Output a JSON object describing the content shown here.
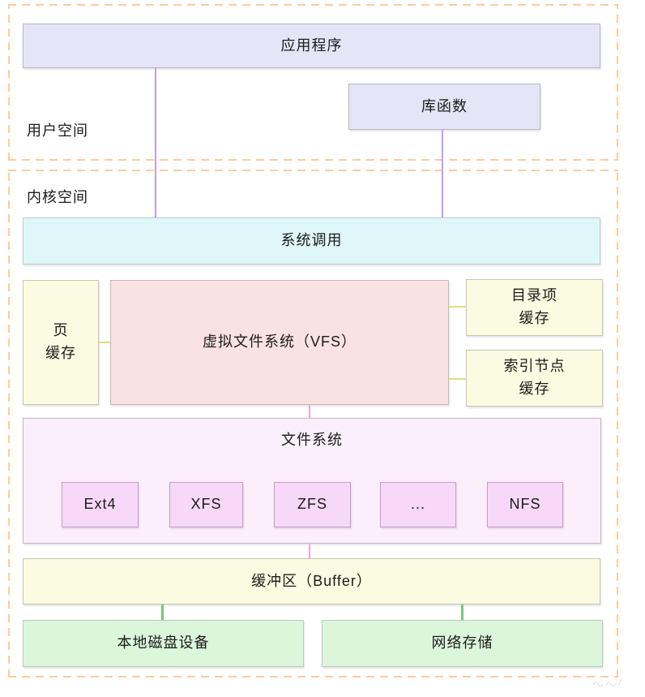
{
  "regions": {
    "user_space": {
      "label": "用户空间"
    },
    "kernel_space": {
      "label": "内核空间"
    }
  },
  "nodes": {
    "application": {
      "label": "应用程序"
    },
    "library": {
      "label": "库函数"
    },
    "syscall": {
      "label": "系统调用"
    },
    "page_cache": {
      "label": "页\n缓存"
    },
    "vfs": {
      "label": "虚拟文件系统（VFS）"
    },
    "dentry_cache": {
      "label": "目录项\n缓存"
    },
    "inode_cache": {
      "label": "索引节点\n缓存"
    },
    "filesystem": {
      "label": "文件系统"
    },
    "fs_types": [
      "Ext4",
      "XFS",
      "ZFS",
      "...",
      "NFS"
    ],
    "buffer": {
      "label": "缓冲区（Buffer）"
    },
    "local_disk": {
      "label": "本地磁盘设备"
    },
    "network_storage": {
      "label": "网络存储"
    }
  },
  "colors": {
    "region_border": "#FFCC99",
    "app_fill": "#E5E5F7",
    "syscall_fill": "#DFF7F9",
    "cache_fill": "#FBFBE2",
    "vfs_fill": "#FBE2E2",
    "filesystem_fill": "#FAEFFB",
    "fs_type_fill": "#F8D8F8",
    "storage_fill": "#DBF6DB",
    "connector_purple": "#C49CF2",
    "connector_yellow": "#DFDF7D",
    "connector_pink": "#F79BF2",
    "connector_green": "#7AC67A"
  }
}
